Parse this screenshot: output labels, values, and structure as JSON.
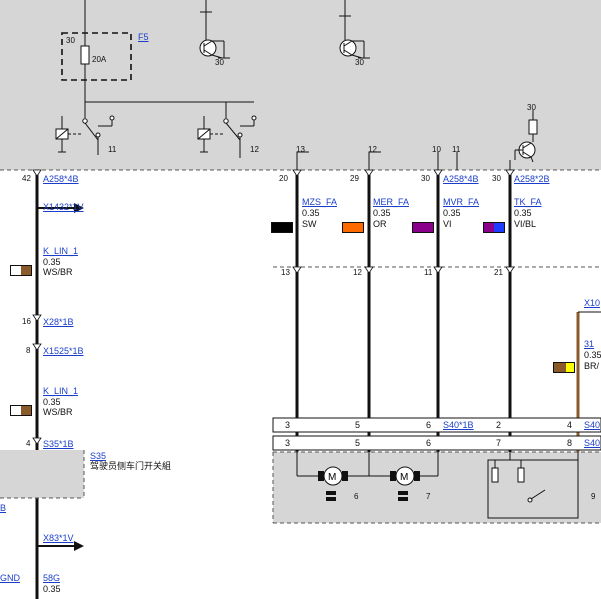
{
  "top_module": {
    "fuse_pin": "30",
    "fuse_name": "F5",
    "fuse_rating": "20A",
    "relay_pins": [
      "30",
      "30"
    ],
    "switch_pins": [
      "11",
      "12"
    ],
    "trans_pin": "30"
  },
  "boundary_pins": [
    "13",
    "12",
    "10",
    "11"
  ],
  "left_column": {
    "connectors": [
      {
        "pin": "42",
        "name": "A258*4B"
      },
      {
        "pin": "",
        "name": "X1432*1V"
      },
      {
        "pin": "16",
        "name": "X28*1B"
      },
      {
        "pin": "8",
        "name": "X1525*1B"
      },
      {
        "pin": "4",
        "name": "S35*1B"
      }
    ],
    "wires": [
      {
        "signal": "K_LIN_1",
        "gauge": "0.35",
        "color": "WS/BR"
      },
      {
        "signal": "K_LIN_1",
        "gauge": "0.35",
        "color": "WS/BR"
      }
    ],
    "module_name": "S35",
    "module_desc": "驾驶员侧车门开关組",
    "bottom_left_link": "B",
    "bottom_conn": "X83*1V",
    "bottom_gnd": "GND",
    "bottom_wire": {
      "signal": "58G",
      "gauge": "0.35"
    }
  },
  "columns": {
    "top_pins": [
      "20",
      "29",
      "30",
      "30"
    ],
    "mid_pins": [
      "13",
      "12",
      "11",
      "21"
    ],
    "conn_names": [
      "A258*4B",
      "A258*2B"
    ],
    "wires": [
      {
        "signal": "MZS_FA",
        "gauge": "0.35",
        "color": "SW"
      },
      {
        "signal": "MER_FA",
        "gauge": "0.35",
        "color": "OR"
      },
      {
        "signal": "MVR_FA",
        "gauge": "0.35",
        "color": "VI"
      },
      {
        "signal": "TK_FA",
        "gauge": "0.35",
        "color": "VI/BL"
      }
    ]
  },
  "right_edge": {
    "conn": "X10",
    "wire": {
      "signal": "31",
      "gauge": "0.35",
      "color": "BR/"
    }
  },
  "lower_connector": {
    "row1": [
      "3",
      "5",
      "6",
      "S40*1B",
      "2",
      "4",
      "S40"
    ],
    "row2": [
      "3",
      "5",
      "6",
      "7",
      "8",
      "S40"
    ],
    "motor_pins": [
      "6",
      "7",
      "9"
    ]
  },
  "colors": {
    "panel": "#d6d6d6",
    "wire_black": "#000000",
    "link": "#1a3ec9",
    "sw": "#000000",
    "or": "#ff6a00",
    "vi": "#8b008b",
    "vi_bl": "#1e3cff",
    "br": "#8a5a2b",
    "ws_br": "#c49a6c",
    "br_ge": "#ffff00"
  }
}
